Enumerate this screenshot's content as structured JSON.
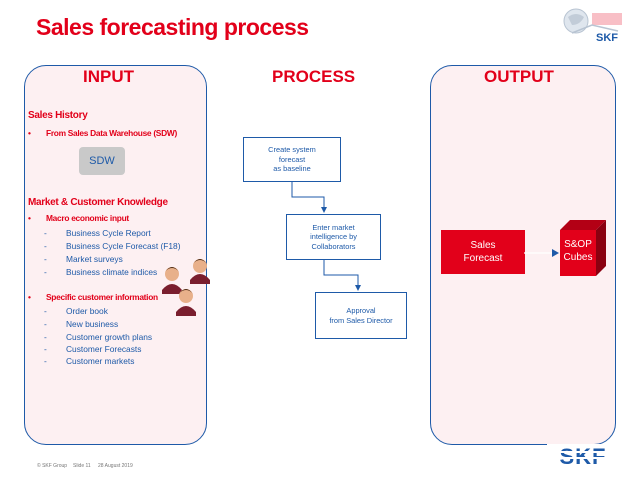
{
  "title": "Sales forecasting process",
  "columns": {
    "input": "INPUT",
    "process": "PROCESS",
    "output": "OUTPUT"
  },
  "input": {
    "sales_history": {
      "heading": "Sales History",
      "bullet": "From Sales Data Warehouse (SDW)",
      "sdw_label": "SDW"
    },
    "market_knowledge": {
      "heading": "Market & Customer Knowledge",
      "bullet": "Macro economic input",
      "items": [
        "Business Cycle Report",
        "Business Cycle Forecast (F18)",
        "Market surveys",
        "Business climate indices"
      ]
    },
    "customer_info": {
      "bullet": "Specific customer information",
      "items": [
        "Order book",
        "New business",
        "Customer growth plans",
        "Customer Forecasts",
        "Customer markets"
      ]
    }
  },
  "process": {
    "step1": [
      "Create system",
      "forecast",
      "as baseline"
    ],
    "step2": [
      "Enter market",
      "intelligence by",
      "Collaborators"
    ],
    "step3": [
      "Approval",
      "from Sales Director"
    ]
  },
  "output": {
    "forecast": [
      "Sales",
      "Forecast"
    ],
    "cubes": [
      "S&OP",
      "Cubes"
    ]
  },
  "footer": {
    "company": "© SKF Group",
    "slide": "Slide 11",
    "date": "28 August 2019"
  },
  "brand_text": "SKF",
  "colors": {
    "accent_red": "#e2001a",
    "brand_blue": "#1e5aa8",
    "panel_tint": "#fdf0f2"
  },
  "bullet_glyph": "•",
  "dash_glyph": "-"
}
